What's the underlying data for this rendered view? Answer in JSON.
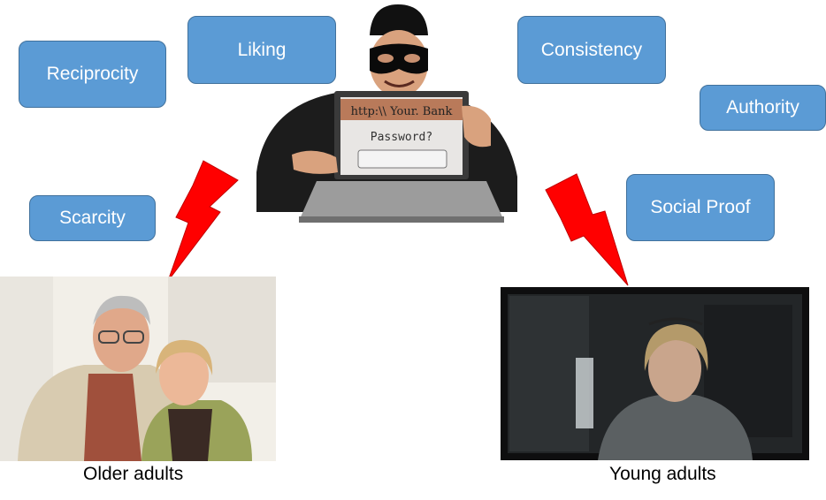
{
  "principles": {
    "reciprocity": "Reciprocity",
    "liking": "Liking",
    "consistency": "Consistency",
    "authority": "Authority",
    "scarcity": "Scarcity",
    "social_proof": "Social Proof"
  },
  "hacker_screen": {
    "url_text": "http:\\\\ Your. Bank",
    "password_label": "Password?"
  },
  "captions": {
    "older": "Older adults",
    "young": "Young adults"
  },
  "colors": {
    "box_fill": "#5b9bd5",
    "box_border": "#41719c",
    "lightning": "#ff0000"
  }
}
